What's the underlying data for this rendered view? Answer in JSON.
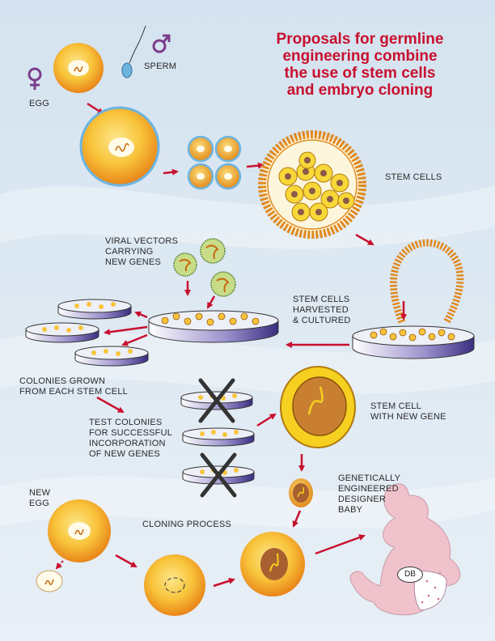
{
  "title": {
    "lines": [
      "Proposals for germline",
      "engineering combine",
      "the use of stem cells",
      "and embryo cloning"
    ]
  },
  "labels": {
    "egg": "EGG",
    "sperm": "SPERM",
    "stem_cells": "STEM CELLS",
    "viral_vectors": [
      "VIRAL VECTORS",
      "CARRYING",
      "NEW GENES"
    ],
    "harvested": [
      "STEM CELLS",
      "HARVESTED",
      "& CULTURED"
    ],
    "colonies": [
      "COLONIES GROWN",
      "FROM EACH STEM CELL"
    ],
    "test_colonies": [
      "TEST COLONIES",
      "FOR SUCCESSFUL",
      "INCORPORATION",
      "OF NEW GENES"
    ],
    "stem_cell_gene": [
      "STEM CELL",
      "WITH NEW GENE"
    ],
    "designer_baby": [
      "GENETICALLY",
      "ENGINEERED",
      "DESIGNER",
      "BABY"
    ],
    "new_egg": [
      "NEW",
      "EGG"
    ],
    "cloning": "CLONING PROCESS",
    "initials": "DB"
  },
  "colors": {
    "arrow": "#c8102e",
    "title": "#c8102e",
    "cell_orange": "#f0a020",
    "cell_yellow": "#f8d838",
    "membrane_blue": "#6cb4e0",
    "ring_orange": "#e08a20",
    "dish_purple": "#5a4a9c",
    "virus_green": "#c8dc88",
    "baby_skin": "#f0c2cc"
  },
  "icons": [
    "female-symbol-icon",
    "male-symbol-icon",
    "sperm-icon",
    "x-mark-icon",
    "dna-squiggle-icon"
  ]
}
